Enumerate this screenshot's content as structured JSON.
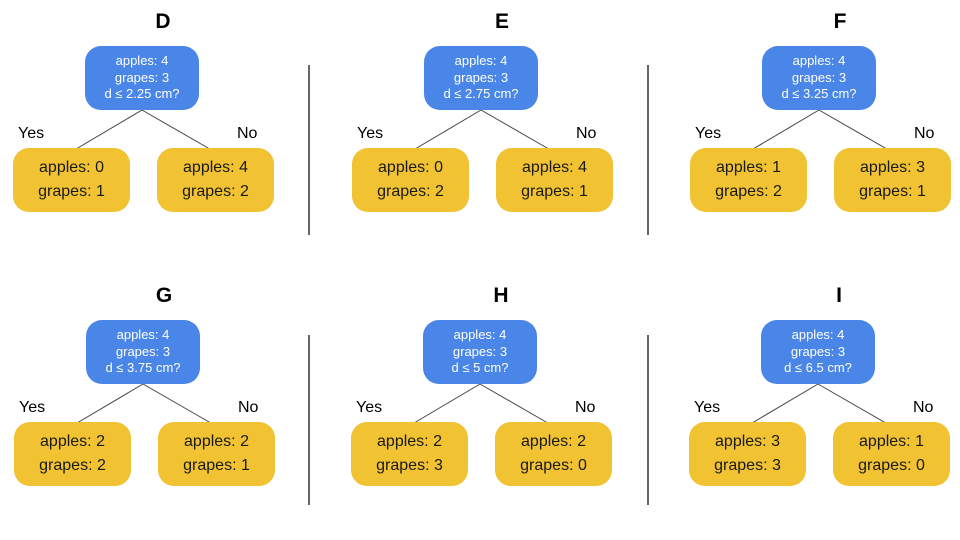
{
  "panels": [
    {
      "title": "D",
      "root": {
        "apples": "apples: 4",
        "grapes": "grapes: 3",
        "question": "d ≤ 2.25 cm?"
      },
      "yes_label": "Yes",
      "no_label": "No",
      "left": {
        "apples": "apples: 0",
        "grapes": "grapes: 1"
      },
      "right": {
        "apples": "apples: 4",
        "grapes": "grapes: 2"
      }
    },
    {
      "title": "E",
      "root": {
        "apples": "apples: 4",
        "grapes": "grapes: 3",
        "question": "d ≤ 2.75 cm?"
      },
      "yes_label": "Yes",
      "no_label": "No",
      "left": {
        "apples": "apples: 0",
        "grapes": "grapes: 2"
      },
      "right": {
        "apples": "apples: 4",
        "grapes": "grapes: 1"
      }
    },
    {
      "title": "F",
      "root": {
        "apples": "apples: 4",
        "grapes": "grapes: 3",
        "question": "d ≤ 3.25 cm?"
      },
      "yes_label": "Yes",
      "no_label": "No",
      "left": {
        "apples": "apples: 1",
        "grapes": "grapes: 2"
      },
      "right": {
        "apples": "apples: 3",
        "grapes": "grapes: 1"
      }
    },
    {
      "title": "G",
      "root": {
        "apples": "apples: 4",
        "grapes": "grapes: 3",
        "question": "d ≤ 3.75 cm?"
      },
      "yes_label": "Yes",
      "no_label": "No",
      "left": {
        "apples": "apples: 2",
        "grapes": "grapes: 2"
      },
      "right": {
        "apples": "apples: 2",
        "grapes": "grapes: 1"
      }
    },
    {
      "title": "H",
      "root": {
        "apples": "apples: 4",
        "grapes": "grapes: 3",
        "question": "d ≤ 5 cm?"
      },
      "yes_label": "Yes",
      "no_label": "No",
      "left": {
        "apples": "apples: 2",
        "grapes": "grapes: 3"
      },
      "right": {
        "apples": "apples: 2",
        "grapes": "grapes: 0"
      }
    },
    {
      "title": "I",
      "root": {
        "apples": "apples: 4",
        "grapes": "grapes: 3",
        "question": "d ≤ 6.5 cm?"
      },
      "yes_label": "Yes",
      "no_label": "No",
      "left": {
        "apples": "apples: 3",
        "grapes": "grapes: 3"
      },
      "right": {
        "apples": "apples: 1",
        "grapes": "grapes: 0"
      }
    }
  ],
  "colors": {
    "root_node": "#4a86e8",
    "leaf_node": "#f1c232",
    "divider": "#666666",
    "edge": "#444444"
  }
}
